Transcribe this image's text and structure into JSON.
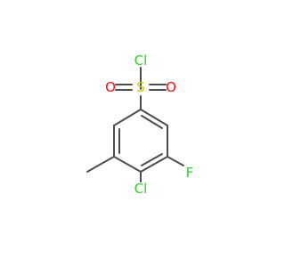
{
  "molecule": {
    "atoms": {
      "cl_top": {
        "label": "Cl",
        "color": "#33cc33"
      },
      "o_left": {
        "label": "O",
        "color": "#ff0d0d"
      },
      "s": {
        "label": "S",
        "color": "#cccc00"
      },
      "o_right": {
        "label": "O",
        "color": "#ff0d0d"
      },
      "f": {
        "label": "F",
        "color": "#33cc33"
      },
      "cl_bottom": {
        "label": "Cl",
        "color": "#33cc33"
      }
    },
    "bond_color": "#4d4d4d",
    "background": "#ffffff"
  }
}
